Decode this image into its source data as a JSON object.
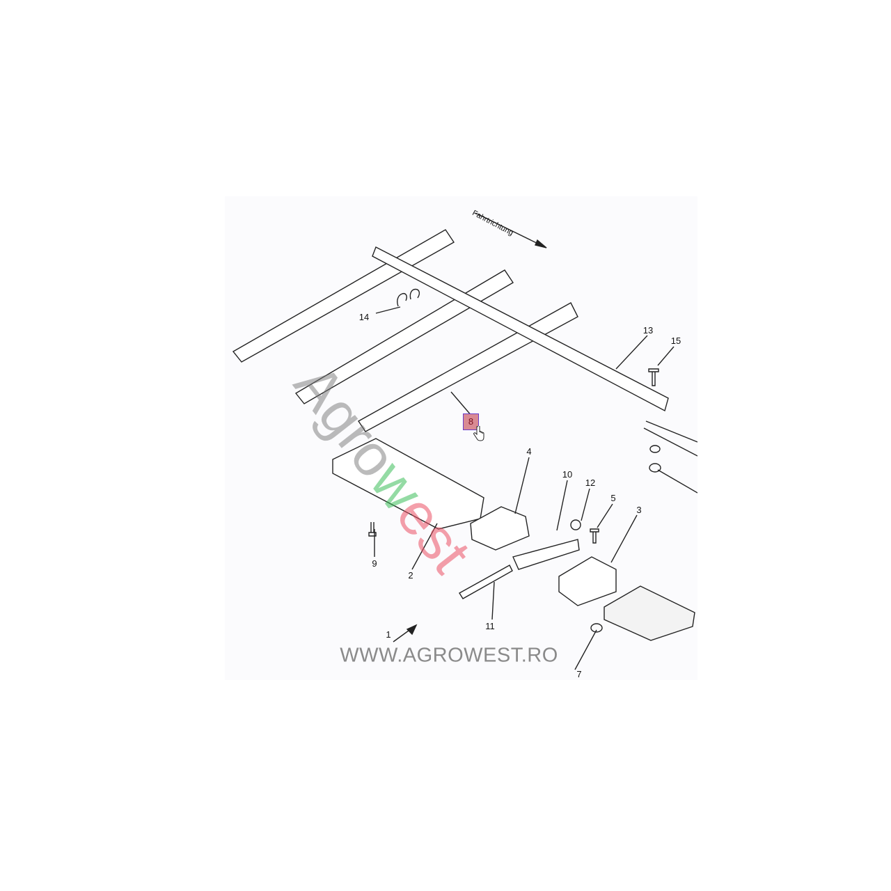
{
  "diagram": {
    "direction_label": "Fahrtrichtung",
    "website": "WWW.AGROWEST.RO",
    "watermark": {
      "part1": "Agro",
      "part2": "w",
      "part3": "est"
    },
    "hotspot": {
      "label": "8",
      "color": "#d98a93",
      "border": "#6a3bc8"
    },
    "parts": [
      "14",
      "13",
      "15",
      "4",
      "10",
      "12",
      "5",
      "3",
      "9",
      "2",
      "11",
      "1",
      "7"
    ]
  }
}
